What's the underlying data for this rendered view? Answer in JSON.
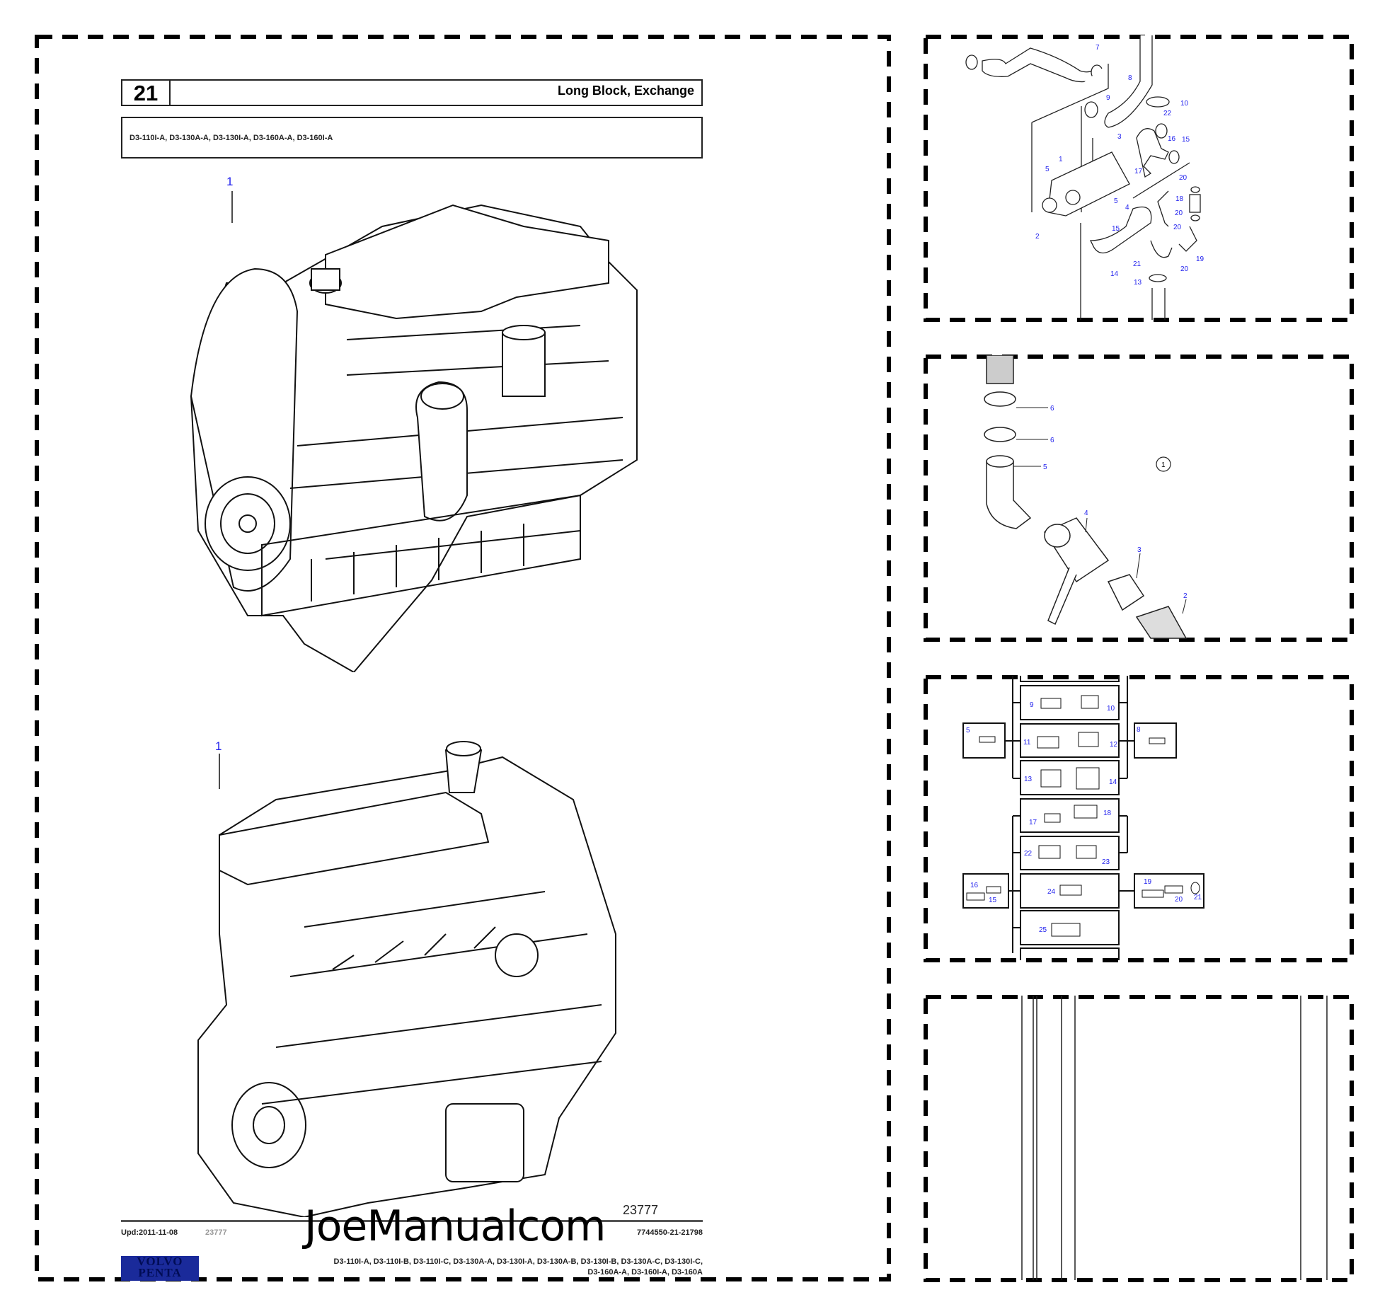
{
  "main_page": {
    "section_number": "21",
    "title": "Long Block, Exchange",
    "models": "D3-110I-A, D3-130A-A, D3-130I-A, D3-160A-A, D3-160I-A",
    "engine_top_callout": "1",
    "engine_bottom_callout": "1",
    "illustration_number": "23777",
    "updated": "Upd:2011-11-08",
    "footer_center_number": "23777",
    "document_number": "7744550-21-21798",
    "footer_models_line1": "D3-110I-A, D3-110I-B, D3-110I-C, D3-130A-A, D3-130I-A, D3-130A-B, D3-130I-B, D3-130A-C, D3-130I-C,",
    "footer_models_line2": "D3-160A-A, D3-160I-A, D3-160A",
    "logo_text": [
      "VOLVO",
      "PENTA"
    ],
    "watermark": "JoeManualcom"
  },
  "panel_cooling": {
    "callouts": [
      "7",
      "8",
      "9",
      "10",
      "22",
      "3",
      "16",
      "15",
      "1",
      "5",
      "17",
      "20",
      "18",
      "5",
      "4",
      "20",
      "20",
      "15",
      "2",
      "19",
      "21",
      "20",
      "14",
      "13"
    ]
  },
  "panel_valve": {
    "callouts": [
      "6",
      "6",
      "5",
      "1",
      "4",
      "3",
      "2"
    ]
  },
  "panel_connectors": {
    "callouts": [
      "9",
      "10",
      "5",
      "11",
      "12",
      "8",
      "13",
      "14",
      "17",
      "18",
      "22",
      "23",
      "16",
      "15",
      "24",
      "19",
      "20",
      "21",
      "25"
    ]
  },
  "colors": {
    "callout": "#2222ee",
    "logo": "#1a2a9a"
  }
}
